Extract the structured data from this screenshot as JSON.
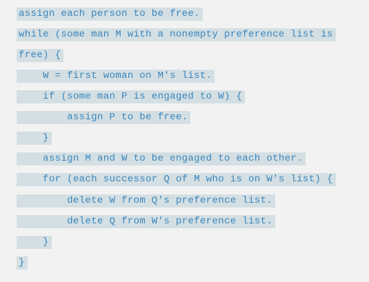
{
  "code": {
    "lines": [
      "assign each person to be free.",
      "while (some man M with a nonempty preference list is",
      "free) {",
      "    W = first woman on M's list.",
      "    if (some man P is engaged to W) {",
      "        assign P to be free.",
      "    }",
      "    assign M and W to be engaged to each other.",
      "    for (each successor Q of M who is on W's list) {",
      "        delete W from Q's preference list.",
      "        delete Q from W's preference list.",
      "    }",
      "}"
    ]
  },
  "colors": {
    "background": "#f2f2f2",
    "highlight": "#d4dfe3",
    "text": "#3a86bd"
  }
}
